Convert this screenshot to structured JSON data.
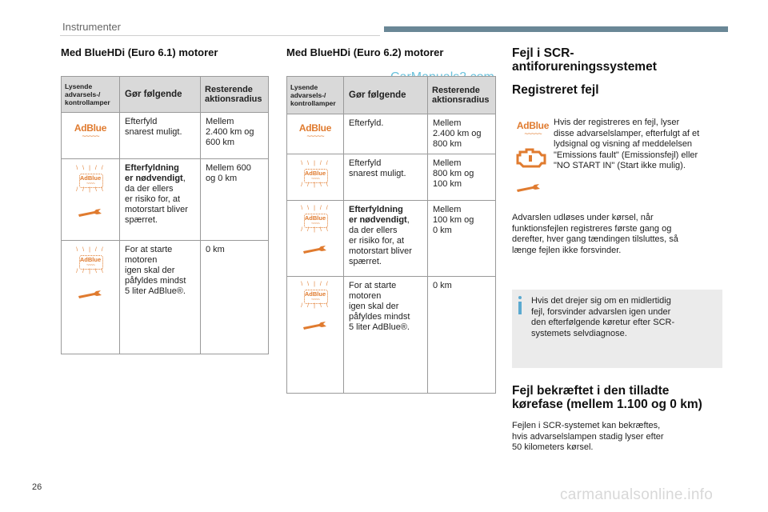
{
  "header": {
    "section": "Instrumenter",
    "page_number": "26"
  },
  "watermarks": {
    "carmanuals": "CarManuals2.com",
    "footer": "carmanualsonline.info"
  },
  "colors": {
    "accent": "#e07b2f",
    "header_bar": "#6a8796",
    "info": "#5aa9d0"
  },
  "table1": {
    "title": "Med BlueHDi (Euro 6.1) motorer",
    "headers": {
      "lamps": [
        "Lysende",
        "advarsels-/",
        "kontrollamper"
      ],
      "action": "Gør følgende",
      "range": [
        "Resterende",
        "aktionsradius"
      ]
    },
    "rows": [
      {
        "icons": [
          "adblue-icon"
        ],
        "action_bold": "",
        "action": [
          "Efterfyld",
          "snarest muligt."
        ],
        "range": [
          "Mellem",
          "2.400 km og",
          "600 km"
        ]
      },
      {
        "icons": [
          "adblue-flashing-icon",
          "wrench-icon"
        ],
        "action_bold": [
          "Efterfyldning",
          "er nødvendigt"
        ],
        "action": [
          ", ",
          "da der ellers",
          "er risiko for, at",
          "motorstart bliver",
          "spærret."
        ],
        "range": [
          "Mellem 600",
          "og 0 km"
        ]
      },
      {
        "icons": [
          "adblue-flashing-icon",
          "wrench-icon"
        ],
        "action_bold": "",
        "action": [
          "For at starte",
          "motoren",
          "igen skal der",
          "påfyldes mindst",
          "5 liter AdBlue®."
        ],
        "range": [
          "0 km"
        ]
      }
    ]
  },
  "table2": {
    "title": "Med BlueHDi (Euro 6.2) motorer",
    "headers": {
      "lamps": [
        "Lysende",
        "advarsels-/",
        "kontrollamper"
      ],
      "action": "Gør følgende",
      "range": [
        "Resterende",
        "aktionsradius"
      ]
    },
    "rows": [
      {
        "icons": [
          "adblue-icon"
        ],
        "action": [
          "Efterfyld."
        ],
        "range": [
          "Mellem",
          "2.400 km og",
          "800 km"
        ]
      },
      {
        "icons": [
          "adblue-flashing-icon"
        ],
        "action": [
          "Efterfyld",
          "snarest muligt."
        ],
        "range": [
          "Mellem",
          "800 km og",
          "100 km"
        ]
      },
      {
        "icons": [
          "adblue-flashing-icon",
          "wrench-icon"
        ],
        "action_bold": [
          "Efterfyldning",
          "er nødvendigt"
        ],
        "action": [
          ", ",
          "da der ellers",
          "er risiko for, at",
          "motorstart bliver",
          "spærret."
        ],
        "range": [
          "Mellem",
          "100 km og",
          "0 km"
        ]
      },
      {
        "icons": [
          "adblue-flashing-icon",
          "wrench-icon"
        ],
        "action": [
          "For at starte",
          "motoren",
          "igen skal der",
          "påfyldes mindst",
          "5 liter AdBlue®."
        ],
        "range": [
          "0 km"
        ]
      }
    ]
  },
  "right": {
    "title": [
      "Fejl i SCR-",
      "antiforureningssystemet"
    ],
    "subtitle": "Registreret fejl",
    "icon_text": [
      "Hvis der registreres en fejl, lyser",
      "disse advarselslamper, efterfulgt af et",
      "lydsignal og visning af meddelelsen",
      "\"Emissions fault\" (Emissionsfejl) eller",
      "\"NO START IN\" (Start ikke mulig)."
    ],
    "para1": [
      "Advarslen udløses under kørsel, når",
      "funktionsfejlen registreres første gang og",
      "derefter, hver gang tændingen tilsluttes, så",
      "længe fejlen ikke forsvinder."
    ],
    "info": [
      "Hvis det drejer sig om en midlertidig",
      "fejl, forsvinder advarslen igen under",
      "den efterfølgende køretur efter SCR-",
      "systemets selvdiagnose."
    ],
    "subtitle2": [
      "Fejl bekræftet i den tilladte",
      "kørefase (mellem 1.100 og 0 km)"
    ],
    "para2": [
      "Fejlen i SCR-systemet kan bekræftes,",
      "hvis advarselslampen stadig lyser efter",
      "50 kilometers kørsel."
    ]
  }
}
